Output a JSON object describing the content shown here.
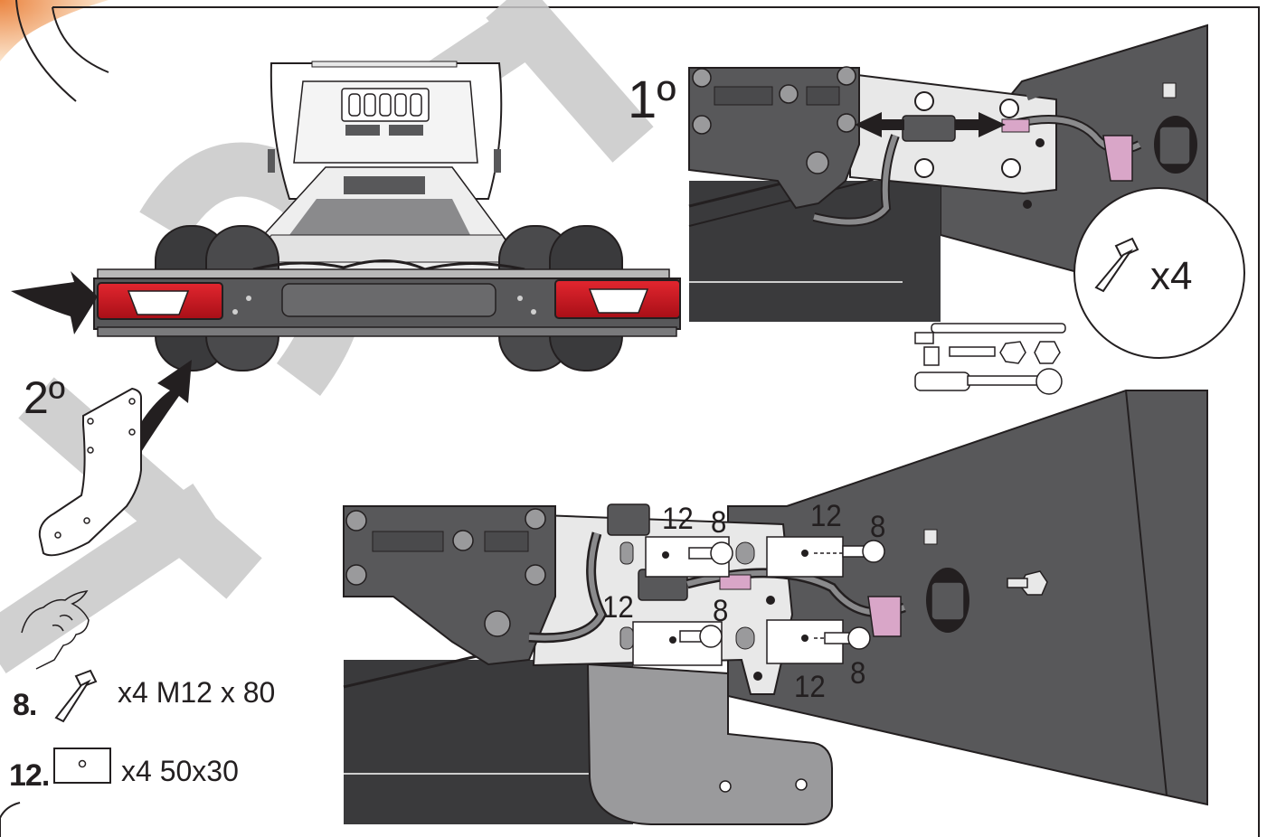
{
  "steps": {
    "first": "1º",
    "second": "2º"
  },
  "bolt_count_badge": "x4",
  "part_callouts": {
    "bolt_top_left": "8",
    "washer_top_left": "12",
    "washer_top_right": "12",
    "bolt_top_right": "8",
    "washer_mid_left": "12",
    "bolt_mid_left": "8",
    "washer_bottom_right": "12",
    "bolt_bottom_right": "8"
  },
  "parts_list": [
    {
      "number": "8.",
      "description": "x4 M12 x 80",
      "icon": "bolt-icon"
    },
    {
      "number": "12.",
      "description": "x4 50x30",
      "icon": "washer-plate-icon"
    }
  ],
  "colors": {
    "tail_light": "#d7202a",
    "frame_dark": "#58585a",
    "sheet_grey": "#e8e8e8",
    "accent_orange": "#f39a3b",
    "watermark": "#c8c8c8"
  }
}
